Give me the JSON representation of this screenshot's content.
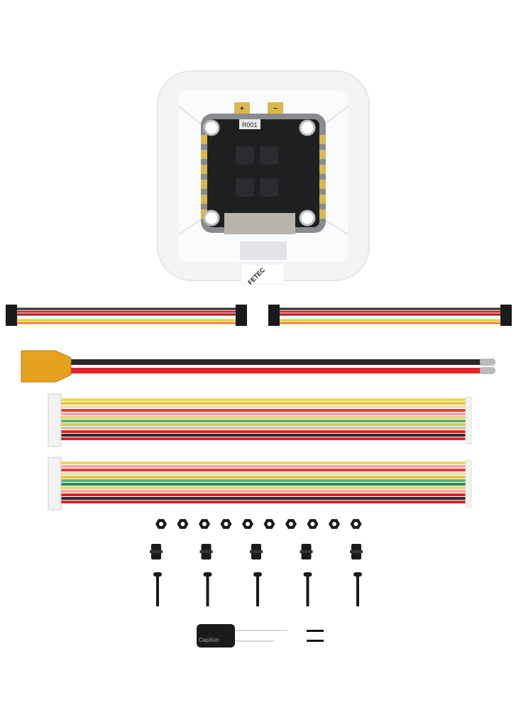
{
  "board": {
    "resistor_marking": "R001",
    "plus_mark": "+",
    "minus_mark": "−",
    "tape_logo": "FETEC"
  },
  "capacitor": {
    "brand": "CapXon"
  },
  "colors": {
    "background": "#ffffff",
    "tray": "#f4f5f7",
    "pcb": "#1e1f21",
    "pcb_edge": "#8a8b8e",
    "gold_pad": "#d9b84e",
    "xt60_body": "#e6a21c",
    "wire_red": "#e0262a",
    "wire_black": "#2a2a2a",
    "hardware_black": "#1a1a1a"
  },
  "short_cable_wires": [
    "#2a2a2a",
    "#d9242a",
    "#9a1f22",
    "#f2f2f2",
    "#f0c23b",
    "#e88a2c"
  ],
  "harness_1_wires": [
    "#f1d460",
    "#f0c23b",
    "#e9e0b8",
    "#d94040",
    "#f4a6a6",
    "#e9d36a",
    "#58b07a",
    "#f0c23b",
    "#c7c7c7",
    "#d9242a",
    "#2a2a2a",
    "#d9242a"
  ],
  "harness_2_wires": [
    "#f1d460",
    "#f4a6a6",
    "#d94040",
    "#e9e0b8",
    "#f0c23b",
    "#58b07a",
    "#2a8a5a",
    "#e9d36a",
    "#f4a6a6",
    "#d9242a",
    "#2a2a2a",
    "#d9242a"
  ],
  "hardware_counts": {
    "nuts": 10,
    "standoffs": 5,
    "screws": 5,
    "capacitors": 1
  }
}
